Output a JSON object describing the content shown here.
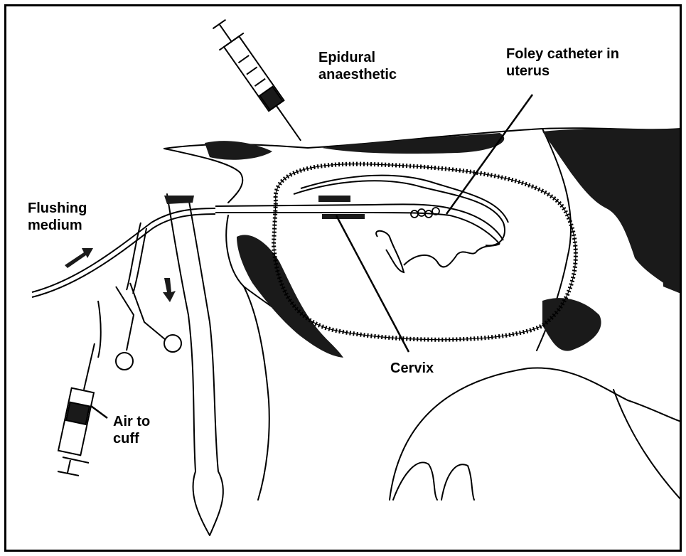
{
  "labels": {
    "epidural": "Epidural\nanaesthetic",
    "foley": "Foley catheter in\nuterus",
    "flushing": "Flushing\nmedium",
    "cervix": "Cervix",
    "air": "Air to\ncuff"
  },
  "colors": {
    "ink": "#000000",
    "patch": "#1a1a1a",
    "paper": "#ffffff"
  }
}
